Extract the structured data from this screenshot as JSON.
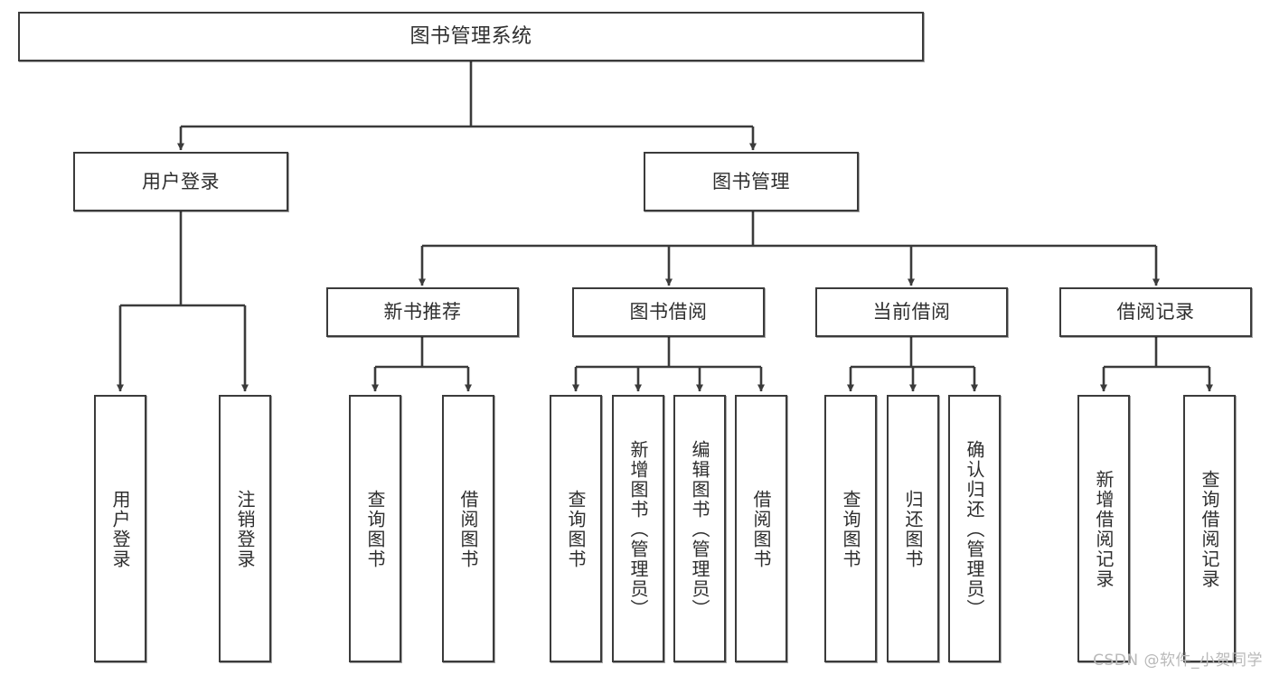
{
  "diagram": {
    "title": "图书管理系统",
    "watermark": "CSDN @软件_小贺同学",
    "stroke_color": "#3b3b3b",
    "text_color": "#2e2e2e",
    "background": "#ffffff",
    "nodes": {
      "root": {
        "label": "图书管理系统"
      },
      "level1": [
        {
          "id": "user-login",
          "label": "用户登录"
        },
        {
          "id": "book-manage",
          "label": "图书管理"
        }
      ],
      "level2": [
        {
          "id": "new-book-recommend",
          "label": "新书推荐"
        },
        {
          "id": "book-borrow",
          "label": "图书借阅"
        },
        {
          "id": "current-borrow",
          "label": "当前借阅"
        },
        {
          "id": "borrow-record",
          "label": "借阅记录"
        }
      ],
      "leaves": {
        "user-login": [
          {
            "id": "leaf-user-login",
            "label": "用户登录"
          },
          {
            "id": "leaf-logout-login",
            "label": "注销登录"
          }
        ],
        "new-book-recommend": [
          {
            "id": "leaf-query-book-1",
            "label": "查询图书"
          },
          {
            "id": "leaf-borrow-book-1",
            "label": "借阅图书"
          }
        ],
        "book-borrow": [
          {
            "id": "leaf-query-book-2",
            "label": "查询图书"
          },
          {
            "id": "leaf-add-book",
            "label": "新增图书（管理员）"
          },
          {
            "id": "leaf-edit-book",
            "label": "编辑图书（管理员）"
          },
          {
            "id": "leaf-borrow-book-2",
            "label": "借阅图书"
          }
        ],
        "current-borrow": [
          {
            "id": "leaf-query-book-3",
            "label": "查询图书"
          },
          {
            "id": "leaf-return-book",
            "label": "归还图书"
          },
          {
            "id": "leaf-confirm-return",
            "label": "确认归还（管理员）"
          }
        ],
        "borrow-record": [
          {
            "id": "leaf-add-record",
            "label": "新增借阅记录"
          },
          {
            "id": "leaf-query-record",
            "label": "查询借阅记录"
          }
        ]
      }
    }
  }
}
